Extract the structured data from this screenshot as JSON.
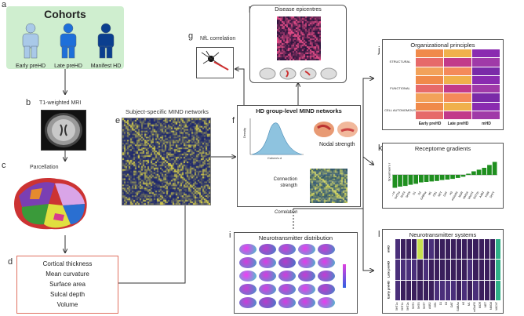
{
  "panels": {
    "a": "a",
    "b": "b",
    "c": "c",
    "d": "d",
    "e": "e",
    "f": "f",
    "g": "g",
    "h": "h",
    "i": "i",
    "j": "j",
    "k": "k",
    "l": "l"
  },
  "cohorts": {
    "title": "Cohorts",
    "groups": [
      "Early preHD",
      "Late preHD",
      "Manifest HD"
    ],
    "colors": [
      "#a9c9e8",
      "#1e6fd9",
      "#0b3f8f"
    ],
    "bg": "#cfeecf"
  },
  "mri": {
    "title": "T1-weighted  MRI"
  },
  "parcellation": {
    "title": "Parcellation"
  },
  "features": [
    "Cortical thickness",
    "Mean curvature",
    "Surface area",
    "Sulcal depth",
    "Volume"
  ],
  "mind": {
    "title": "Subject-specific MIND networks"
  },
  "nfl": {
    "title": "NfL correlation"
  },
  "epicentres": {
    "title": "Disease epicentres"
  },
  "group": {
    "title": "HD group-level MIND networks",
    "density_ylabel": "Density",
    "density_xlabel": "Cohen's d",
    "nodal": "Nodal strength",
    "connection": "Connection strength"
  },
  "correlation": "Correlation",
  "org": {
    "title": "Organizational principles",
    "rows": [
      "STRUCTURAL",
      "FUNCTIONAL",
      "CELL AUTONOMOUS"
    ],
    "cols": [
      "Early preHD",
      "Late preHD",
      "mHD"
    ]
  },
  "receptome": {
    "title": "Receptome gradients",
    "ylabel": "Spearman's r",
    "bars": [
      -0.55,
      -0.5,
      -0.47,
      -0.42,
      -0.38,
      -0.32,
      -0.3,
      -0.28,
      -0.26,
      -0.22,
      -0.2,
      -0.17,
      -0.13,
      -0.08,
      0.05,
      0.15,
      0.22,
      0.3,
      0.42,
      0.55
    ],
    "labels": [
      "5HT1a",
      "5HT2a",
      "5HT4",
      "5HT6",
      "D1",
      "D2",
      "GABAa",
      "M1",
      "CB1",
      "NET",
      "DAT",
      "H3",
      "mGluR5",
      "MOR",
      "NMDA",
      "VAChT",
      "5HT1b",
      "A4B2",
      "KOR",
      "5HTT"
    ],
    "color": "#1f8f1f"
  },
  "ntd": {
    "title": "Neurotransmitter distribution"
  },
  "nts": {
    "title": "Neurotransmitter systems",
    "rows": [
      "mHD",
      "Late preHD",
      "Early preHD"
    ],
    "cols": [
      "5HT1a",
      "5HT1b",
      "5HT2a",
      "5HT4",
      "5HT6",
      "5HTT",
      "A4B2",
      "CB1",
      "D1",
      "D2",
      "DAT",
      "GABAa",
      "H3",
      "M1",
      "mGluR5",
      "MOR",
      "NET",
      "NMDA",
      "VAChT"
    ]
  }
}
